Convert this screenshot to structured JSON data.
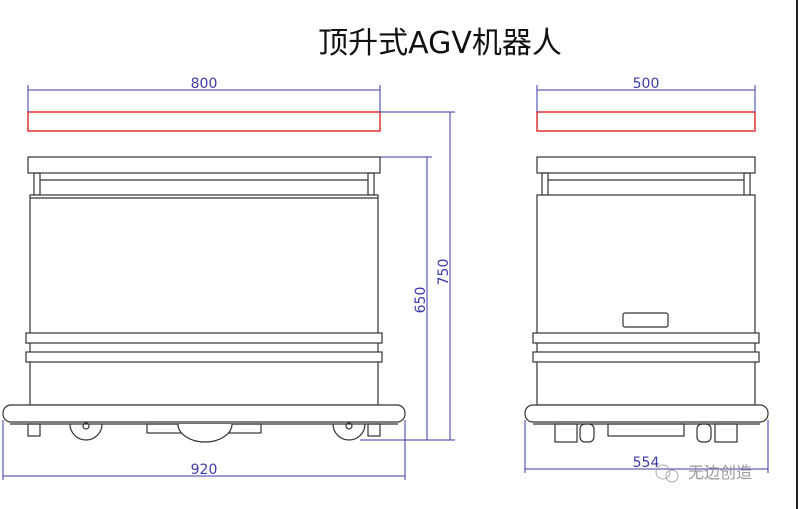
{
  "title": "顶升式AGV机器人",
  "front_view": {
    "width_top": "800",
    "width_base": "920",
    "height_body": "650",
    "height_total": "750"
  },
  "side_view": {
    "width_top": "500",
    "width_base": "554"
  },
  "watermark": "无边创造",
  "colors": {
    "dimension": "#3a3aa8",
    "lift_plate": "#dd3333",
    "outline": "#333333"
  }
}
